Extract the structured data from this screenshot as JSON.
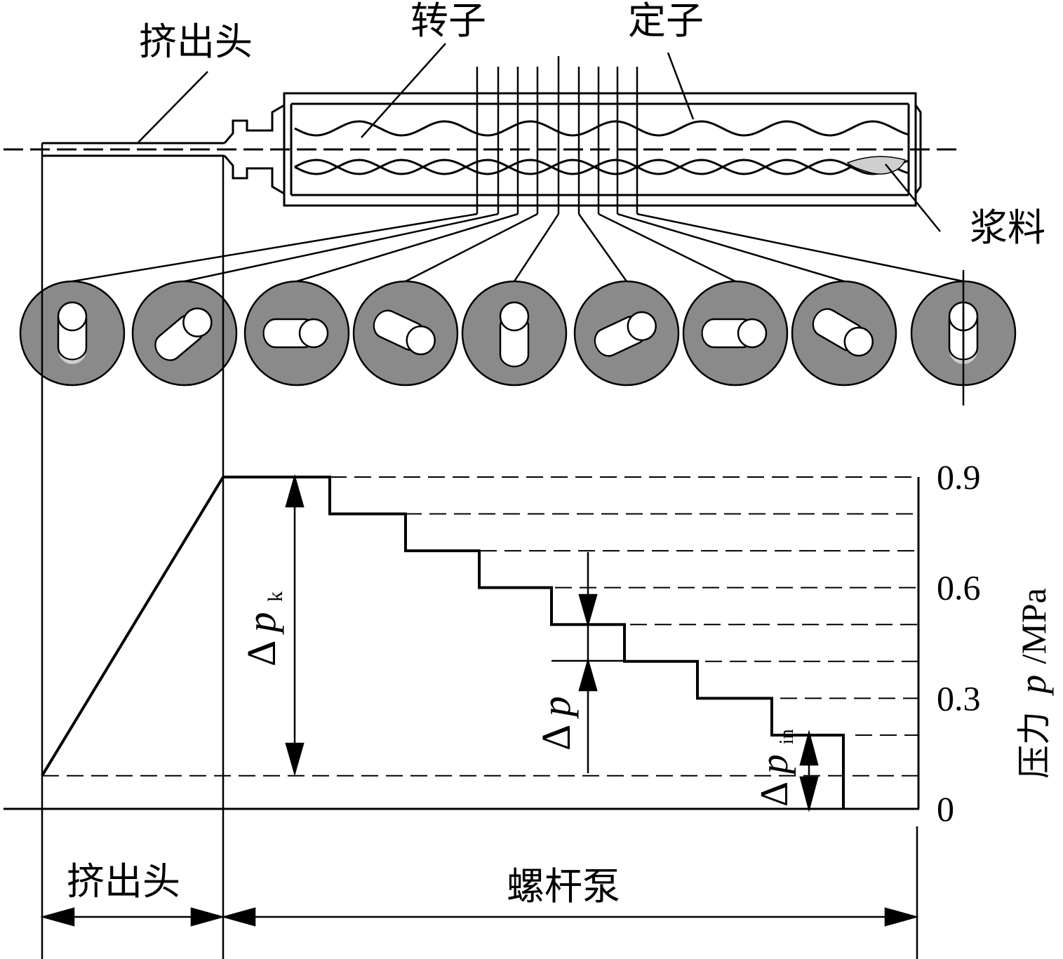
{
  "labels": {
    "extruder_head_top": "挤出头",
    "rotor": "转子",
    "stator": "定子",
    "slurry": "浆料",
    "extruder_head_bottom": "挤出头",
    "screw_pump": "螺杆泵"
  },
  "axis": {
    "ylabel_prefix": "压力",
    "ylabel_symbol": "p",
    "ylabel_unit": "/MPa",
    "ticks": [
      "0.9",
      "0.6",
      "0.3",
      "0"
    ]
  },
  "annotations": {
    "dpk_delta": "Δ",
    "dpk_symbol": "p",
    "dpk_sub": "k",
    "dp_delta": "Δ",
    "dp_symbol": "p",
    "dpin_delta": "Δ",
    "dpin_symbol": "p",
    "dpin_sub": "in"
  },
  "chart_data": {
    "type": "line",
    "ylabel": "压力 p /MPa",
    "ylim": [
      0,
      0.9
    ],
    "y_ticks": [
      0,
      0.3,
      0.6,
      0.9
    ],
    "profile": [
      0.09,
      0.9,
      0.9,
      0.8,
      0.7,
      0.6,
      0.5,
      0.4,
      0.3,
      0.2,
      0.2
    ]
  },
  "colors": {
    "ink": "#000000",
    "disc_fill": "#8a8a8a",
    "slurry_fill": "#cfcfcf"
  }
}
